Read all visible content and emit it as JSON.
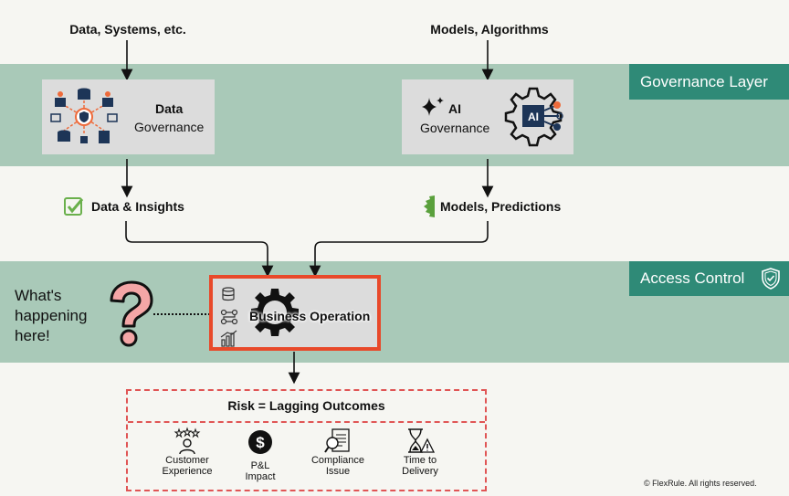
{
  "inputs": {
    "data_systems": "Data, Systems, etc.",
    "models_algorithms": "Models, Algorithms"
  },
  "layers": {
    "governance": "Governance Layer",
    "access_control": "Access Control"
  },
  "data_governance": {
    "line1": "Data",
    "line2": "Governance"
  },
  "ai_governance": {
    "line1": "AI",
    "line2": "Governance",
    "chip": "AI"
  },
  "outputs": {
    "data_insights": "Data & Insights",
    "models_predictions": "Models, Predictions"
  },
  "question": {
    "line1": "What's",
    "line2": "happening",
    "line3": "here!"
  },
  "business_operation": "Business Operation",
  "risk": {
    "title": "Risk = Lagging Outcomes",
    "items": [
      {
        "line1": "Customer",
        "line2": "Experience",
        "icon": "customer-rating-icon"
      },
      {
        "line1": "P&L",
        "line2": "Impact",
        "icon": "dollar-icon"
      },
      {
        "line1": "Compliance",
        "line2": "Issue",
        "icon": "compliance-doc-icon"
      },
      {
        "line1": "Time to",
        "line2": "Delivery",
        "icon": "hourglass-warning-icon"
      }
    ]
  },
  "copyright": "© FlexRule. All rights reserved.",
  "colors": {
    "band": "#a9c9b8",
    "tag": "#2f8a77",
    "highlight": "#e8492a",
    "orange": "#ee6b3b",
    "navy": "#1d3557",
    "check": "#6ab04c",
    "risk_border": "#e05555",
    "question": "#f4a6a6"
  }
}
